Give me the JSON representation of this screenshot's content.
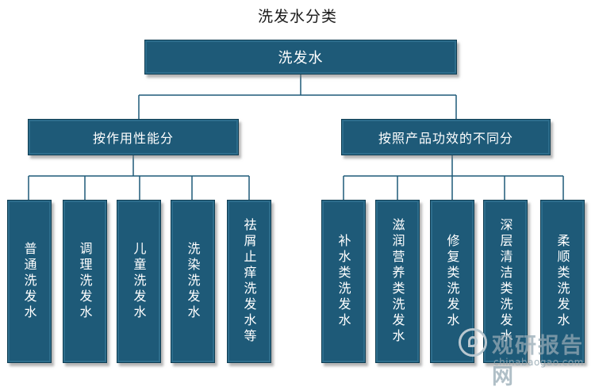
{
  "title": "洗发水分类",
  "root": {
    "label": "洗发水"
  },
  "branches": [
    {
      "label": "按作用性能分",
      "children": [
        "普通洗发水",
        "调理洗发水",
        "儿童洗发水",
        "洗染洗发水",
        "祛屑止痒洗发水等"
      ]
    },
    {
      "label": "按照产品功效的不同分",
      "children": [
        "补水类洗发水",
        "滋润营养类洗发水",
        "修复类洗发水",
        "深层清洁类洗发水",
        "柔顺类洗发水"
      ]
    }
  ],
  "watermark": {
    "main": "观研报告网",
    "sub": "chinabaogao.com"
  },
  "colors": {
    "box": "#1e5a78",
    "box_border": "#0f3d52",
    "connector": "#1e5a78",
    "text_on_box": "#ffffff"
  }
}
